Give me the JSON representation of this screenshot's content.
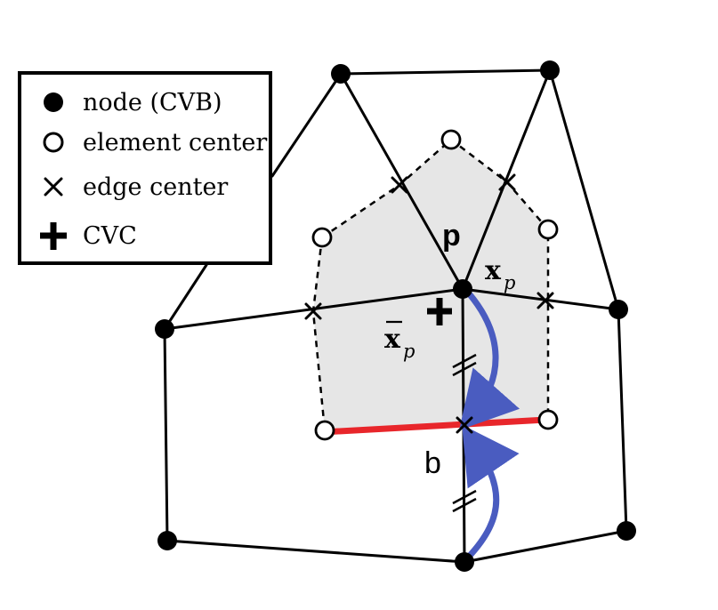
{
  "legend": {
    "items": [
      {
        "symbol": "filled-circle",
        "label": "node (CVB)"
      },
      {
        "symbol": "open-circle",
        "label": "element center"
      },
      {
        "symbol": "x-mark",
        "label": "edge center"
      },
      {
        "symbol": "plus-mark",
        "label": "CVC"
      }
    ]
  },
  "labels": {
    "p": "p",
    "b": "b",
    "xp_main": "x",
    "xp_sub": "p",
    "xbar_main": "x",
    "xbar_sub": "p"
  },
  "colors": {
    "mesh": "#000000",
    "control_volume_fill": "#e6e6e6",
    "face_line": "#e8262b",
    "arrow": "#4a5cc0"
  }
}
